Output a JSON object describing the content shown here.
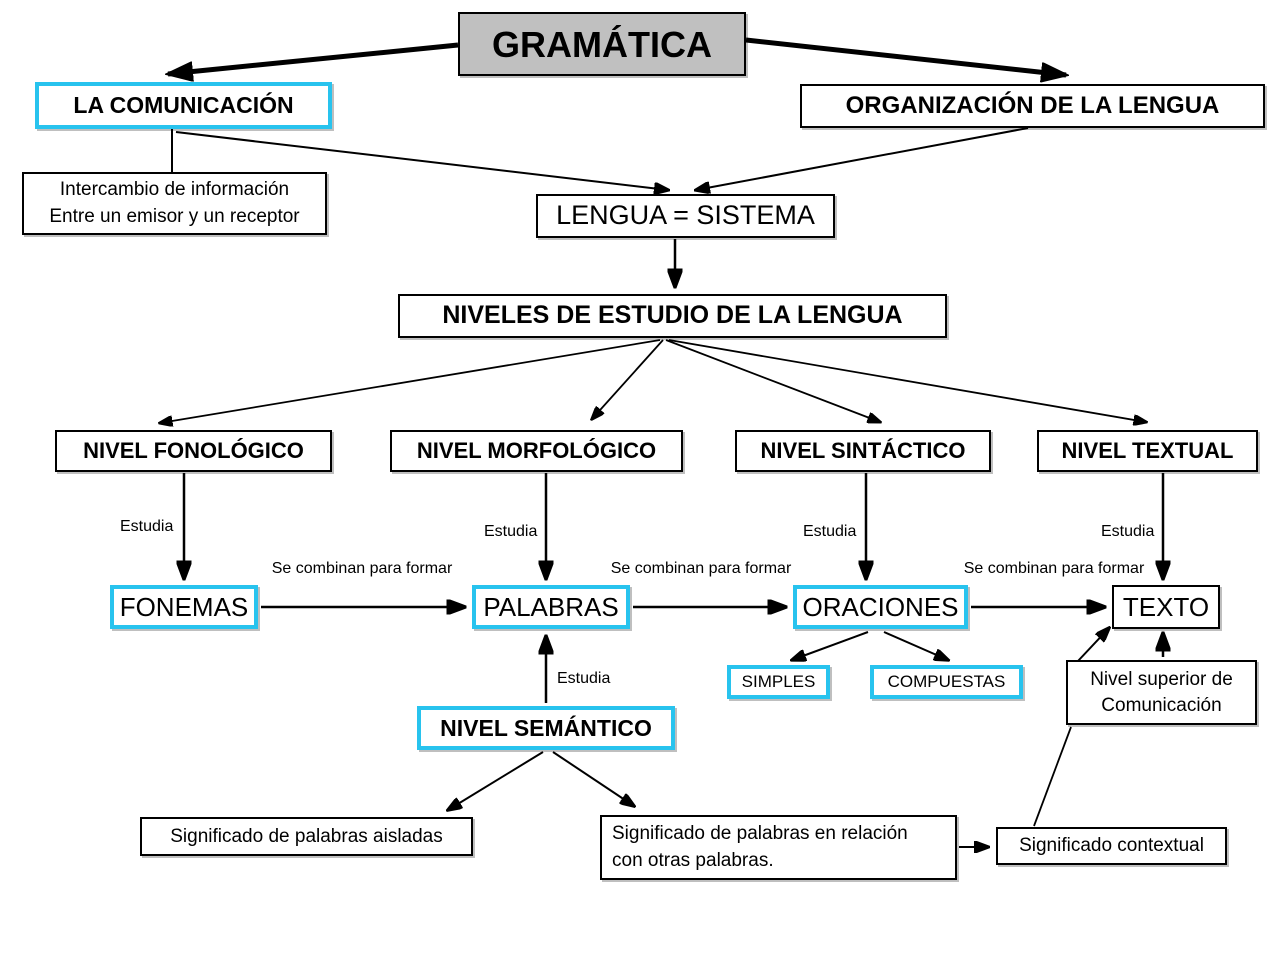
{
  "diagram_title": "GRAMÁTICA",
  "nodes": {
    "gramatica": {
      "label": "GRAMÁTICA"
    },
    "la_comunicacion": {
      "label": "LA COMUNICACIÓN"
    },
    "organizacion_lengua": {
      "label": "ORGANIZACIÓN DE LA LENGUA"
    },
    "intercambio": {
      "lines": [
        "Intercambio de información",
        "Entre un emisor y un receptor"
      ]
    },
    "lengua_sistema": {
      "label": "LENGUA = SISTEMA"
    },
    "niveles_estudio": {
      "label": "NIVELES DE ESTUDIO DE LA LENGUA"
    },
    "nivel_fonologico": {
      "label": "NIVEL FONOLÓGICO"
    },
    "nivel_morfologico": {
      "label": "NIVEL MORFOLÓGICO"
    },
    "nivel_sintactico": {
      "label": "NIVEL SINTÁCTICO"
    },
    "nivel_textual": {
      "label": "NIVEL TEXTUAL"
    },
    "fonemas": {
      "label": "FONEMAS"
    },
    "palabras": {
      "label": "PALABRAS"
    },
    "oraciones": {
      "label": "ORACIONES"
    },
    "texto": {
      "label": "TEXTO"
    },
    "simples": {
      "label": "SIMPLES"
    },
    "compuestas": {
      "label": "COMPUESTAS"
    },
    "nivel_semantico": {
      "label": "NIVEL SEMÁNTICO"
    },
    "significado_aisladas": {
      "label": "Significado de palabras aisladas"
    },
    "significado_relacion": {
      "lines": [
        "Significado de palabras en relación",
        "con otras palabras."
      ]
    },
    "significado_contextual": {
      "label": "Significado contextual"
    },
    "nivel_superior": {
      "lines": [
        "Nivel superior de",
        "Comunicación"
      ]
    }
  },
  "edge_labels": {
    "estudia": "Estudia",
    "se_combinan": "Se combinan para formar"
  },
  "colors": {
    "highlight_border": "#28C3EE",
    "title_background": "#C0C0C0",
    "line": "#000000"
  }
}
